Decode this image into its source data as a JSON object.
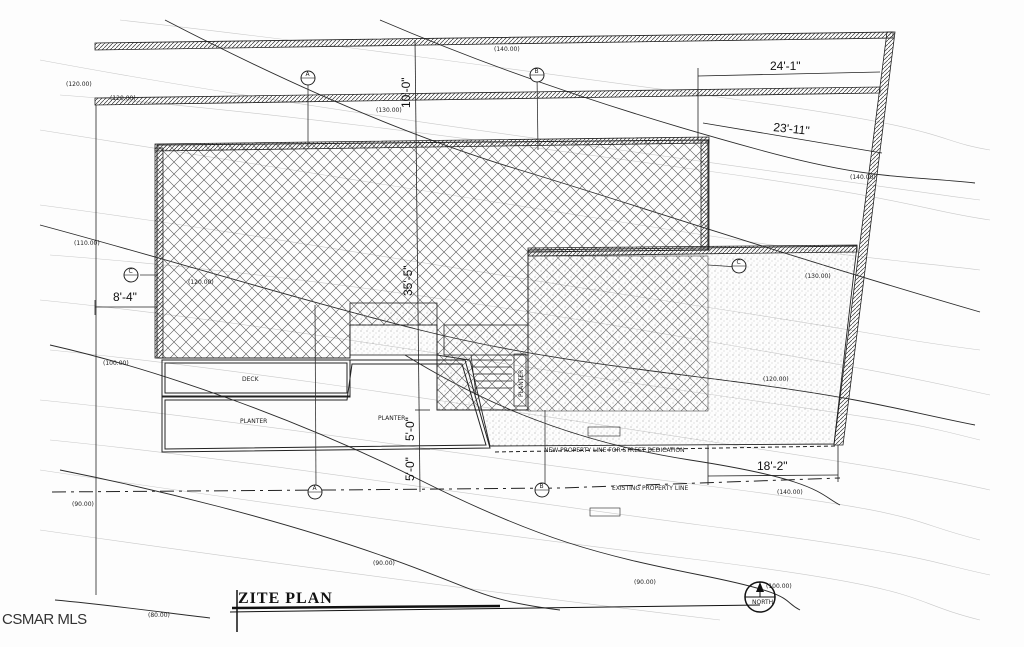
{
  "plan": {
    "title": "ZITE PLAN",
    "watermark": "CSMAR MLS",
    "north_label": "NORTH",
    "dimensions": {
      "top_setback": "24'-1\"",
      "right_setback": "23'-11\"",
      "left_setback": "8'-4\"",
      "building_depth": "35'-5\"",
      "front_setback_top": "10'-0\"",
      "front_setback_mid": "5'-0\"",
      "front_setback_low": "5'-0\"",
      "right_front": "18'-2\""
    },
    "labels": {
      "deck": "DECK",
      "planter_left": "PLANTER",
      "planter_mid": "PLANTER",
      "planter_vertical": "PLANTER",
      "new_property_line": "NEW PROPERTY LINE FOR STREET DEDICATION",
      "existing_property_line": "EXISTING PROPERTY LINE"
    },
    "contours": {
      "c140_top": "(140.00)",
      "c140_right": "(140.00)",
      "c140_low": "(140.00)",
      "c130": "(130.00)",
      "c130_right": "(130.00)",
      "c120_left": "(120.00)",
      "c120_mid": "(120.00)",
      "c120_right": "(120.00)",
      "c120_top": "(120.00)",
      "c110": "(110.00)",
      "c100": "(100.00)",
      "c90_left": "(90.00)",
      "c90_mid": "(90.00)",
      "c90_right": "(90.00)",
      "c80": "(80.00)",
      "c100_low": "(100.00)"
    },
    "section_markers": [
      "A",
      "A",
      "B",
      "B",
      "C",
      "C"
    ],
    "colors": {
      "line": "#222222",
      "hatch": "#444444",
      "contour": "#9a9a9a"
    }
  }
}
